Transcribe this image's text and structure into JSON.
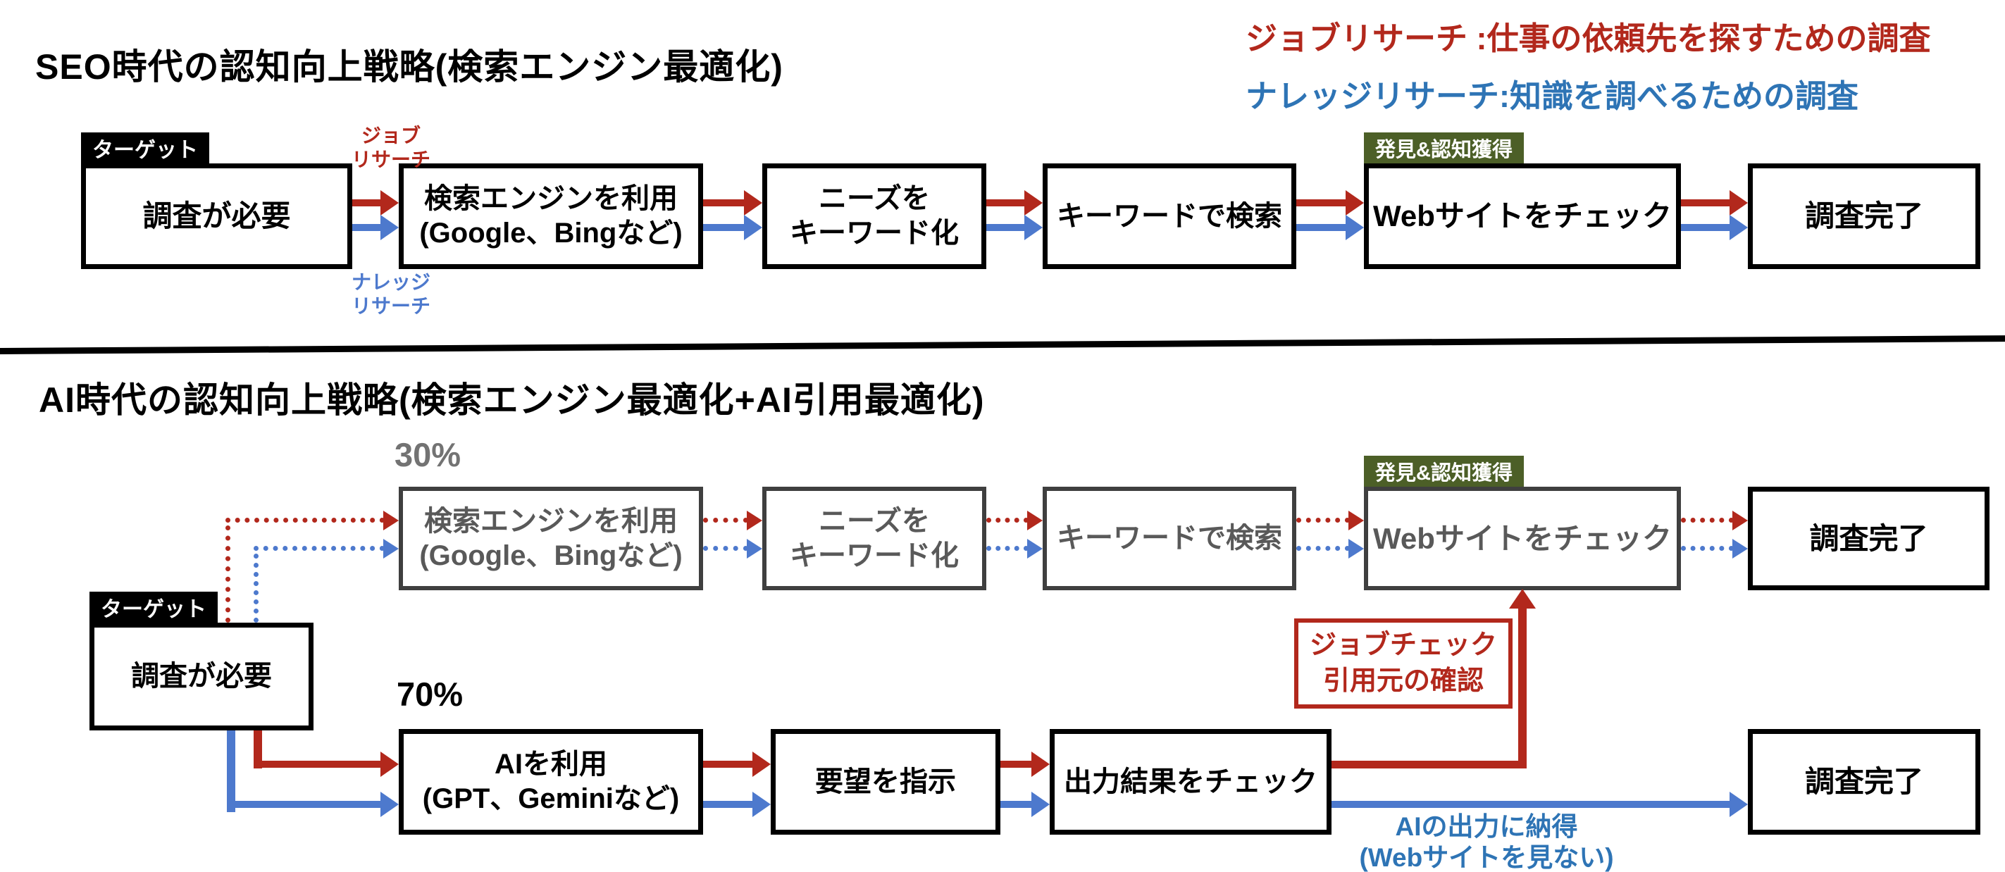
{
  "colors": {
    "arrow_red": "#b2281c",
    "arrow_blue": "#4d79cd",
    "legend_red": "#b2281c",
    "legend_blue": "#2e74b5",
    "gray_box_border": "#3f3f3f",
    "gray_box_text": "#595959",
    "green_tag_bg": "#4c5f27",
    "black_tag_bg": "#000000"
  },
  "legend": {
    "job_research": "ジョブリサーチ :仕事の依頼先を探すための調査",
    "knowledge_research": "ナレッジリサーチ:知識を調べるための調査"
  },
  "seo_era": {
    "title": "SEO時代の認知向上戦略(検索エンジン最適化)",
    "target_tag": "ターゲット",
    "discovery_tag": "発見&認知獲得",
    "job_arrow_label": "ジョブ\nリサーチ",
    "knowledge_arrow_label": "ナレッジ\nリサーチ",
    "steps": [
      "調査が必要",
      "検索エンジンを利用\n(Google、Bingなど)",
      "ニーズを\nキーワード化",
      "キーワードで検索",
      "Webサイトをチェック",
      "調査完了"
    ]
  },
  "ai_era": {
    "title": "AI時代の認知向上戦略(検索エンジン最適化+AI引用最適化)",
    "target_tag": "ターゲット",
    "discovery_tag": "発見&認知獲得",
    "start_step": "調査が必要",
    "search_share": "30%",
    "ai_share": "70%",
    "search_steps": [
      "検索エンジンを利用\n(Google、Bingなど)",
      "ニーズを\nキーワード化",
      "キーワードで検索",
      "Webサイトをチェック",
      "調査完了"
    ],
    "ai_steps": [
      "AIを利用\n(GPT、Geminiなど)",
      "要望を指示",
      "出力結果をチェック",
      "調査完了"
    ],
    "job_check_note": "ジョブチェック\n引用元の確認",
    "satisfied_note": "AIの出力に納得\n(Webサイトを見ない)"
  }
}
